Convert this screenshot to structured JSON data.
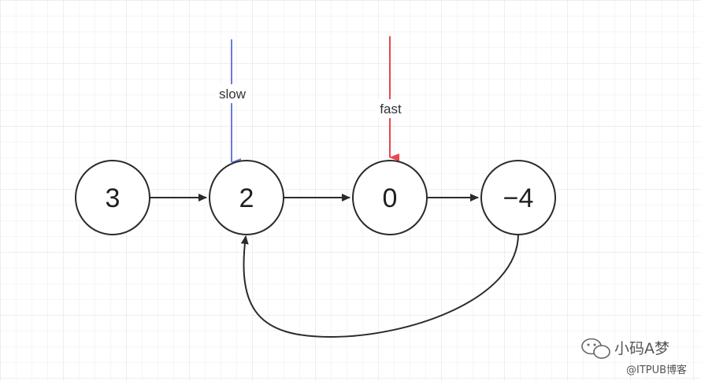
{
  "nodes": [
    {
      "value": "3"
    },
    {
      "value": "2"
    },
    {
      "value": "0"
    },
    {
      "value": "−4"
    }
  ],
  "pointers": {
    "slow": {
      "label": "slow",
      "color": "#6b79e0"
    },
    "fast": {
      "label": "fast",
      "color": "#e8474a"
    }
  },
  "colors": {
    "grid": "#e6e6e6",
    "stroke": "#2b2b2b"
  },
  "watermark": {
    "icon": "wechat-icon",
    "account": "小码A梦",
    "site": "@ITPUB博客"
  }
}
